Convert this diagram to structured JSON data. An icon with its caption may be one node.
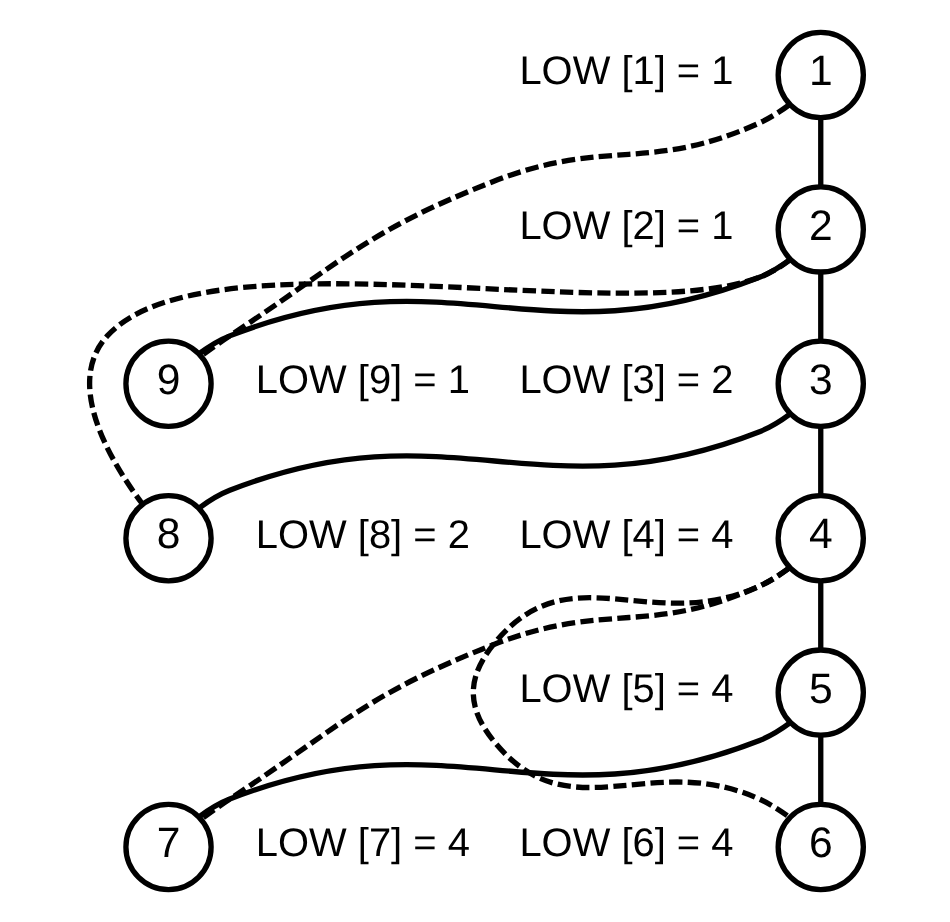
{
  "diagram": {
    "nodes": [
      {
        "text": [
          "1"
        ],
        "beside": [
          "LOW [1] = 1"
        ]
      },
      {
        "text": [
          "2"
        ],
        "beside": [
          "LOW [2] = 1"
        ]
      },
      {
        "text": [
          "3"
        ],
        "beside": [
          "LOW [3] = 2"
        ]
      },
      {
        "text": [
          "4"
        ],
        "beside": [
          "LOW [4] = 4"
        ]
      },
      {
        "text": [
          "5"
        ],
        "beside": [
          "LOW [5] = 4"
        ]
      },
      {
        "text": [
          "6"
        ],
        "beside": [
          "LOW [6] = 4"
        ]
      },
      {
        "text": [
          "7"
        ],
        "beside": [
          "LOW [7] = 4"
        ]
      },
      {
        "text": [
          "8"
        ],
        "beside": [
          "LOW [8] = 2"
        ]
      },
      {
        "text": [
          "9"
        ],
        "beside": [
          "LOW [9] = 1"
        ]
      }
    ],
    "edges": [
      {
        "from": 0,
        "to": 1,
        "arrow": "none"
      },
      {
        "from": 0,
        "to": 8,
        "arrow": "none",
        "style": "dashed"
      },
      {
        "from": 1,
        "to": 8,
        "arrow": "none"
      },
      {
        "from": 1,
        "to": 2,
        "arrow": "none"
      },
      {
        "from": 1,
        "to": 7,
        "arrow": "none",
        "style": "dashed"
      },
      {
        "from": 2,
        "to": 7,
        "arrow": "none"
      },
      {
        "from": 2,
        "to": 3,
        "arrow": "none"
      },
      {
        "from": 3,
        "to": 4,
        "arrow": "none"
      },
      {
        "from": 3,
        "to": 6,
        "arrow": "none",
        "style": "dashed"
      },
      {
        "from": 3,
        "to": 5,
        "arrow": "none",
        "style": "dashed"
      },
      {
        "from": 4,
        "to": 6,
        "arrow": "none"
      },
      {
        "from": 4,
        "to": 5,
        "arrow": "none"
      }
    ]
  }
}
